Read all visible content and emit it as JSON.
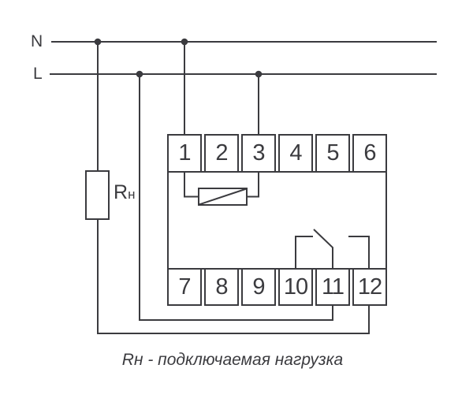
{
  "diagram": {
    "line_color": "#3b3b3f",
    "background_color": "#ffffff",
    "power_lines": {
      "neutral_label": "N",
      "line_label": "L"
    },
    "device": {
      "terminals_top": [
        "1",
        "2",
        "3",
        "4",
        "5",
        "6"
      ],
      "terminals_bottom": [
        "7",
        "8",
        "9",
        "10",
        "11",
        "12"
      ],
      "symbols": [
        "coil-symbol",
        "changeover-contact-symbol"
      ]
    },
    "load": {
      "symbol": "resistor",
      "label_r": "R",
      "label_sub": "н"
    },
    "caption": "Rн - подключаемая нагрузка"
  }
}
